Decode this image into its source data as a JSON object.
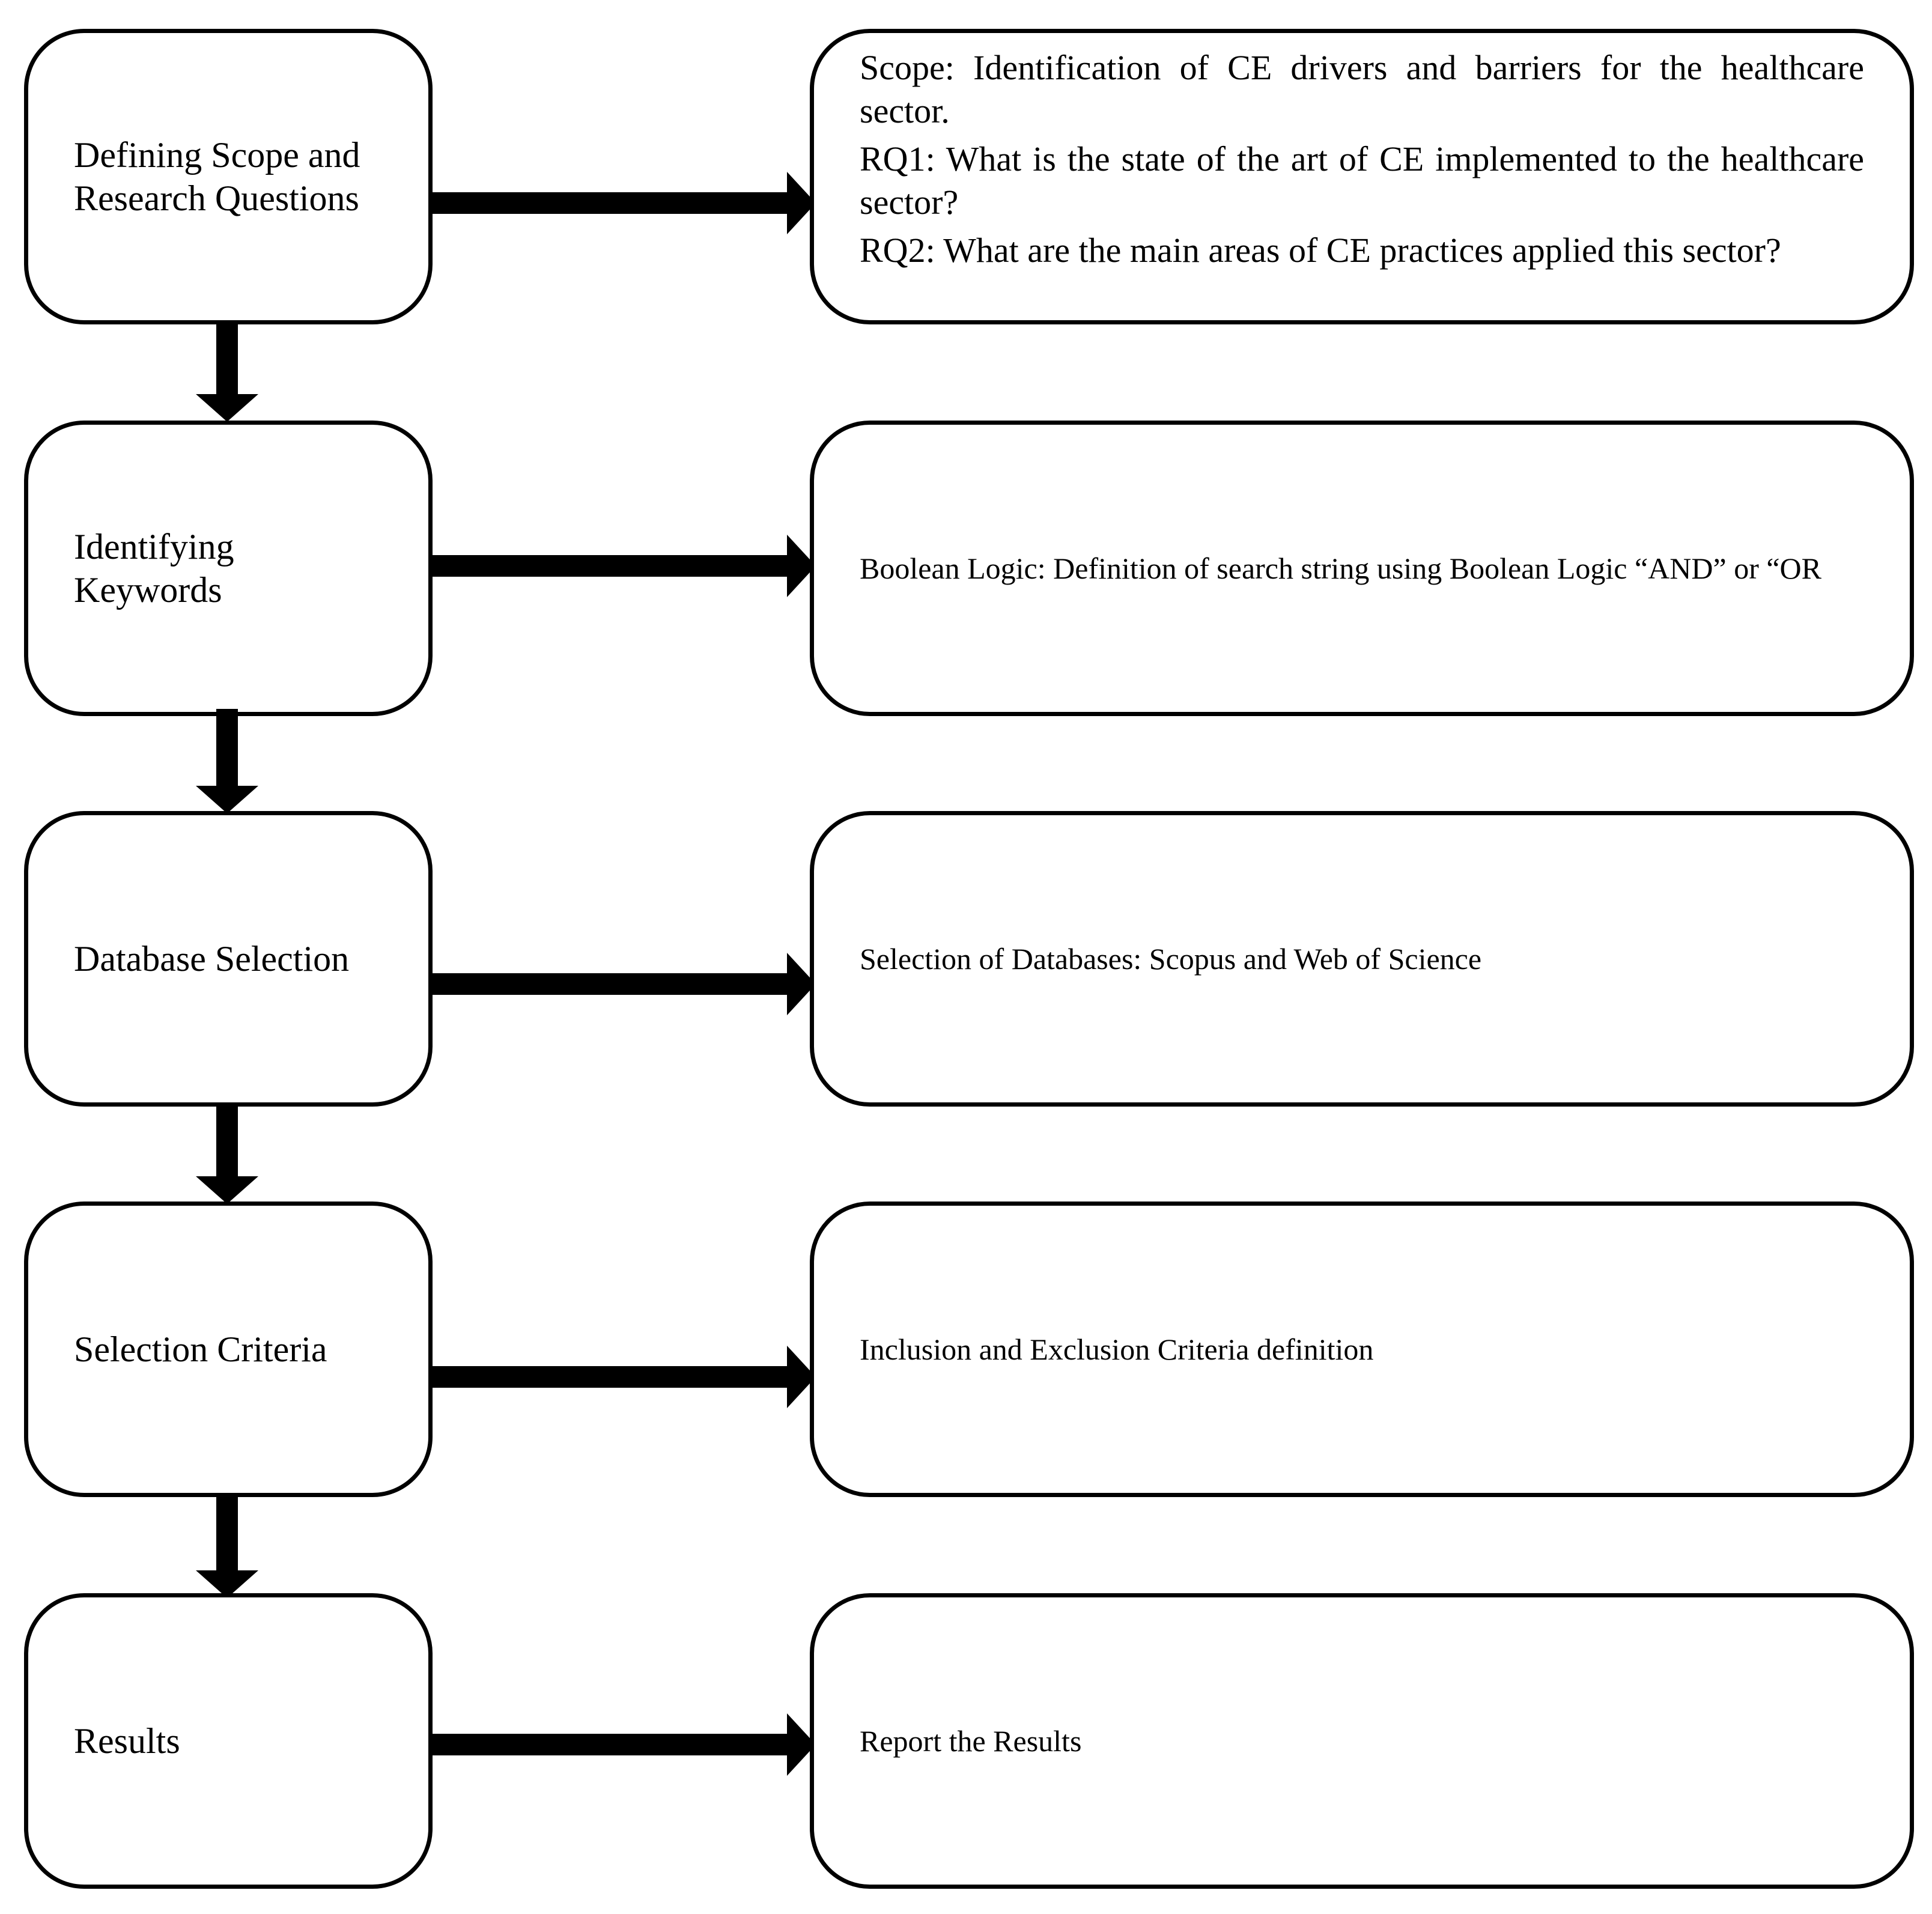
{
  "steps": [
    {
      "label": "Defining Scope and\nResearch Questions",
      "details": [
        "Scope: Identification of CE drivers and barriers for the healthcare sector.",
        "RQ1: What is the state of the art of CE implemented to the healthcare sector?",
        "RQ2: What are the main areas of CE practices applied this sector?"
      ]
    },
    {
      "label": "Identifying\nKeywords",
      "details": [
        "Boolean Logic:  Definition of search string using Boolean Logic “AND” or “OR"
      ]
    },
    {
      "label": "Database Selection",
      "details": [
        "Selection of Databases: Scopus and Web of Science"
      ]
    },
    {
      "label": "Selection Criteria",
      "details": [
        "Inclusion and Exclusion Criteria definition"
      ]
    },
    {
      "label": "Results",
      "details": [
        "Report the Results"
      ]
    }
  ]
}
